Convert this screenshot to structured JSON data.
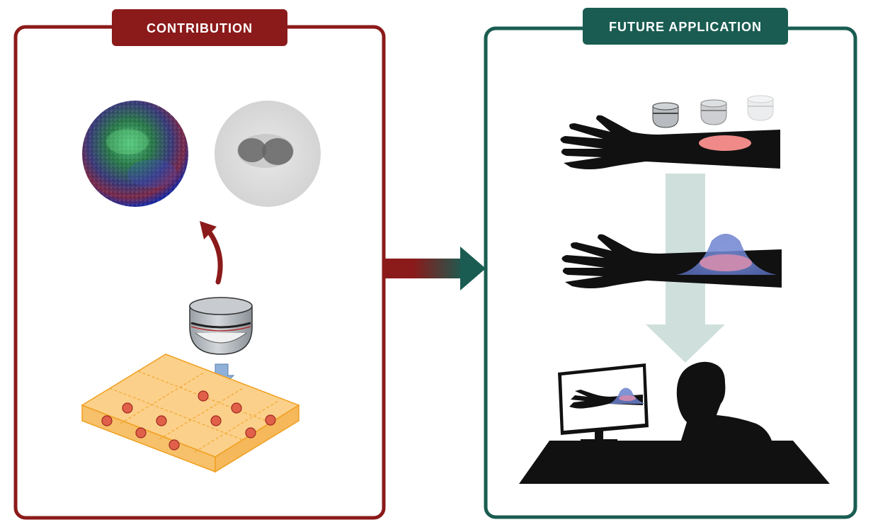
{
  "left_panel": {
    "title": "CONTRIBUTION",
    "color": "#8b1a1a"
  },
  "right_panel": {
    "title": "FUTURE APPLICATION",
    "color": "#1a5c52"
  },
  "icons": {
    "left": [
      "fluorescence-sphere-image",
      "grayscale-sphere-image",
      "curved-arrow",
      "microscope-objective",
      "down-arrow",
      "phantom-slab-with-beads"
    ],
    "right": [
      "objective-lenses",
      "arm-with-lesion",
      "down-arrow",
      "arm-with-swelling",
      "viewer-at-monitor"
    ]
  }
}
